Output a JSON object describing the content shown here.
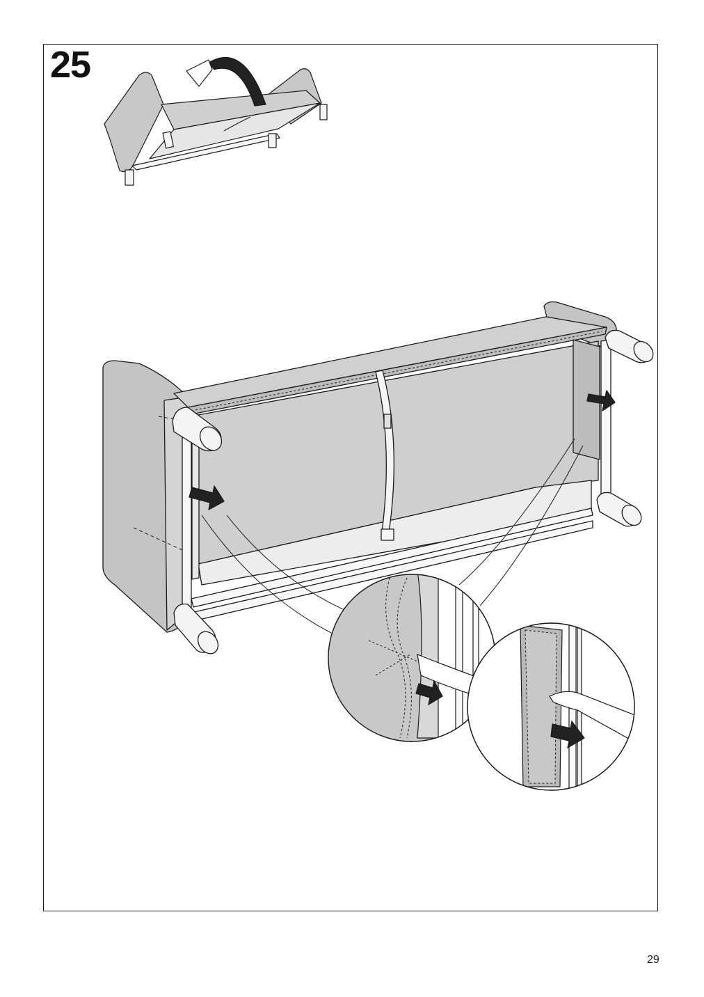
{
  "step": {
    "number": "25"
  },
  "page": {
    "number": "29"
  },
  "illustration": {
    "overview": "sofa-overview-flipping",
    "main": "sofa-underside-view",
    "detail_1": "magnified-detail-left",
    "detail_2": "magnified-detail-right"
  },
  "colors": {
    "line": "#1a1a1a",
    "fabric": "#c8c8c8",
    "fabric_dark": "#b4b4b4",
    "arrow": "#222222",
    "leg": "#f4f4f4"
  }
}
